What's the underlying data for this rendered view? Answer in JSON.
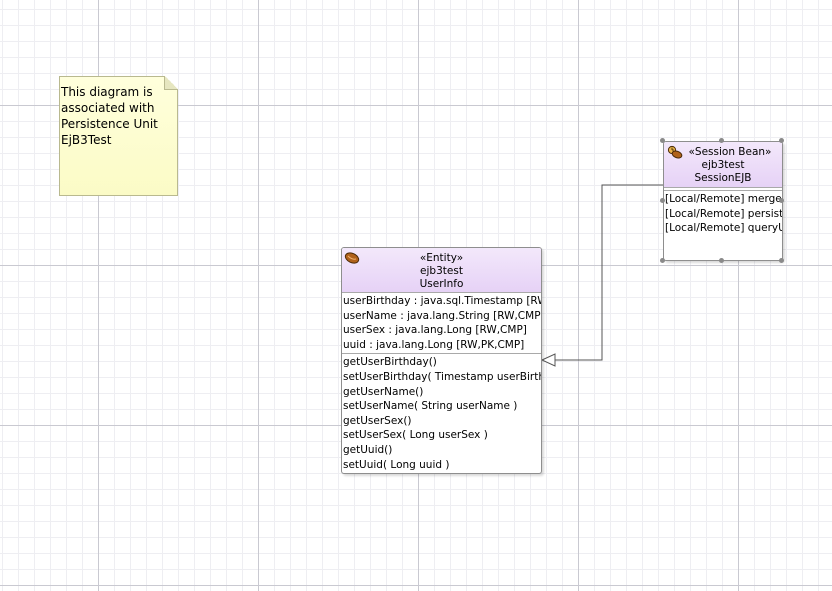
{
  "note": {
    "text": "This diagram is\nassociated with\nPersistence Unit\nEjB3Test"
  },
  "entity": {
    "stereotype": "«Entity»",
    "package": "ejb3test",
    "name": "UserInfo",
    "icon": "bean-icon",
    "attributes": [
      "userBirthday : java.sql.Timestamp [RW,CMP]",
      "userName : java.lang.String [RW,CMP]",
      "userSex : java.lang.Long [RW,CMP]",
      "uuid : java.lang.Long [RW,PK,CMP]"
    ],
    "methods": [
      "getUserBirthday()",
      "setUserBirthday( Timestamp userBirthday )",
      "getUserName()",
      "setUserName( String userName )",
      "getUserSex()",
      "setUserSex( Long userSex )",
      "getUuid()",
      "setUuid( Long uuid )"
    ]
  },
  "session": {
    "stereotype": "«Session Bean»",
    "package": "ejb3test",
    "name": "SessionEJB",
    "icon": "session-bean-icon",
    "attributes": [],
    "methods": [
      "[Local/Remote] mergeEntity",
      "[Local/Remote] persistEntity",
      "[Local/Remote] queryUserInfo"
    ]
  },
  "colors": {
    "header_fill": "#e6d2f6",
    "note_fill": "#fbfbc6",
    "border": "#8e8e8e",
    "connector": "#555555"
  }
}
